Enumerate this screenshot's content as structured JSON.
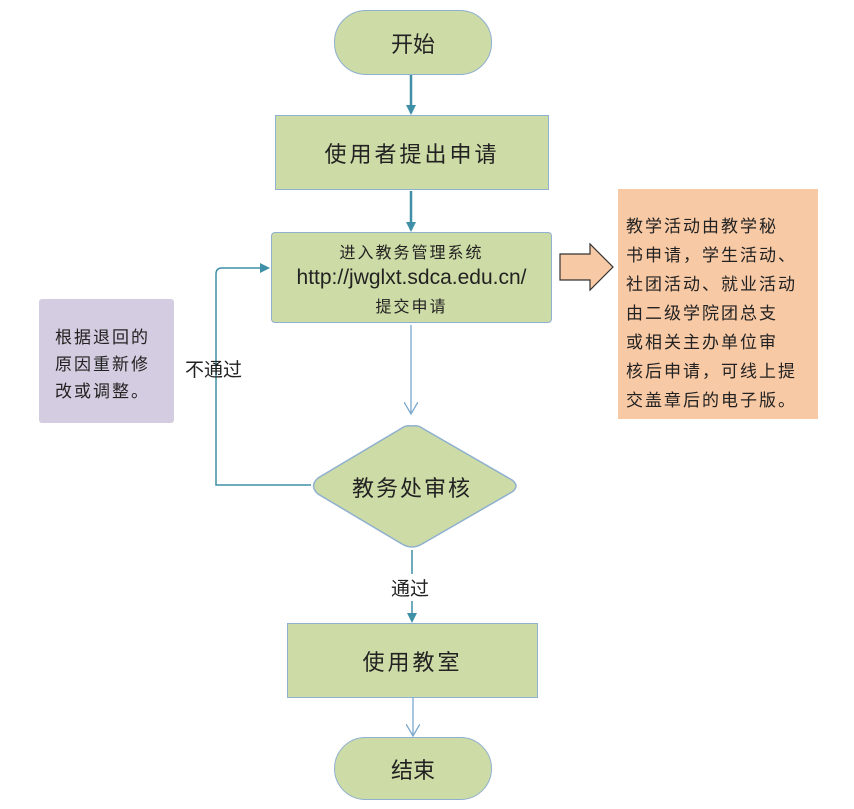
{
  "flowchart": {
    "start": {
      "label": "开始"
    },
    "submit": {
      "label": "使用者提出申请"
    },
    "system": {
      "line1": "进入教务管理系统",
      "url": "http://jwglxt.sdca.edu.cn/",
      "line3": "提交申请"
    },
    "review": {
      "label": "教务处审核"
    },
    "use_room": {
      "label": "使用教室"
    },
    "end": {
      "label": "结束"
    },
    "reject_label": "不通过",
    "pass_label": "通过",
    "note_right": {
      "lines": [
        "教学活动由教学秘",
        "书申请，学生活动、",
        "社团活动、就业活动",
        "由二级学院团总支",
        "或相关主办单位审",
        "核后申请，可线上提",
        "交盖章后的电子版。"
      ]
    },
    "note_left": {
      "lines": [
        "根据退回的",
        "原因重新修",
        "改或调整。"
      ]
    }
  },
  "colors": {
    "node_fill": "#cddba6",
    "node_border": "#8fb0cf",
    "connector": "#3f8fa6",
    "note_orange": "#f8c9a5",
    "note_purple": "#d4cce0"
  }
}
